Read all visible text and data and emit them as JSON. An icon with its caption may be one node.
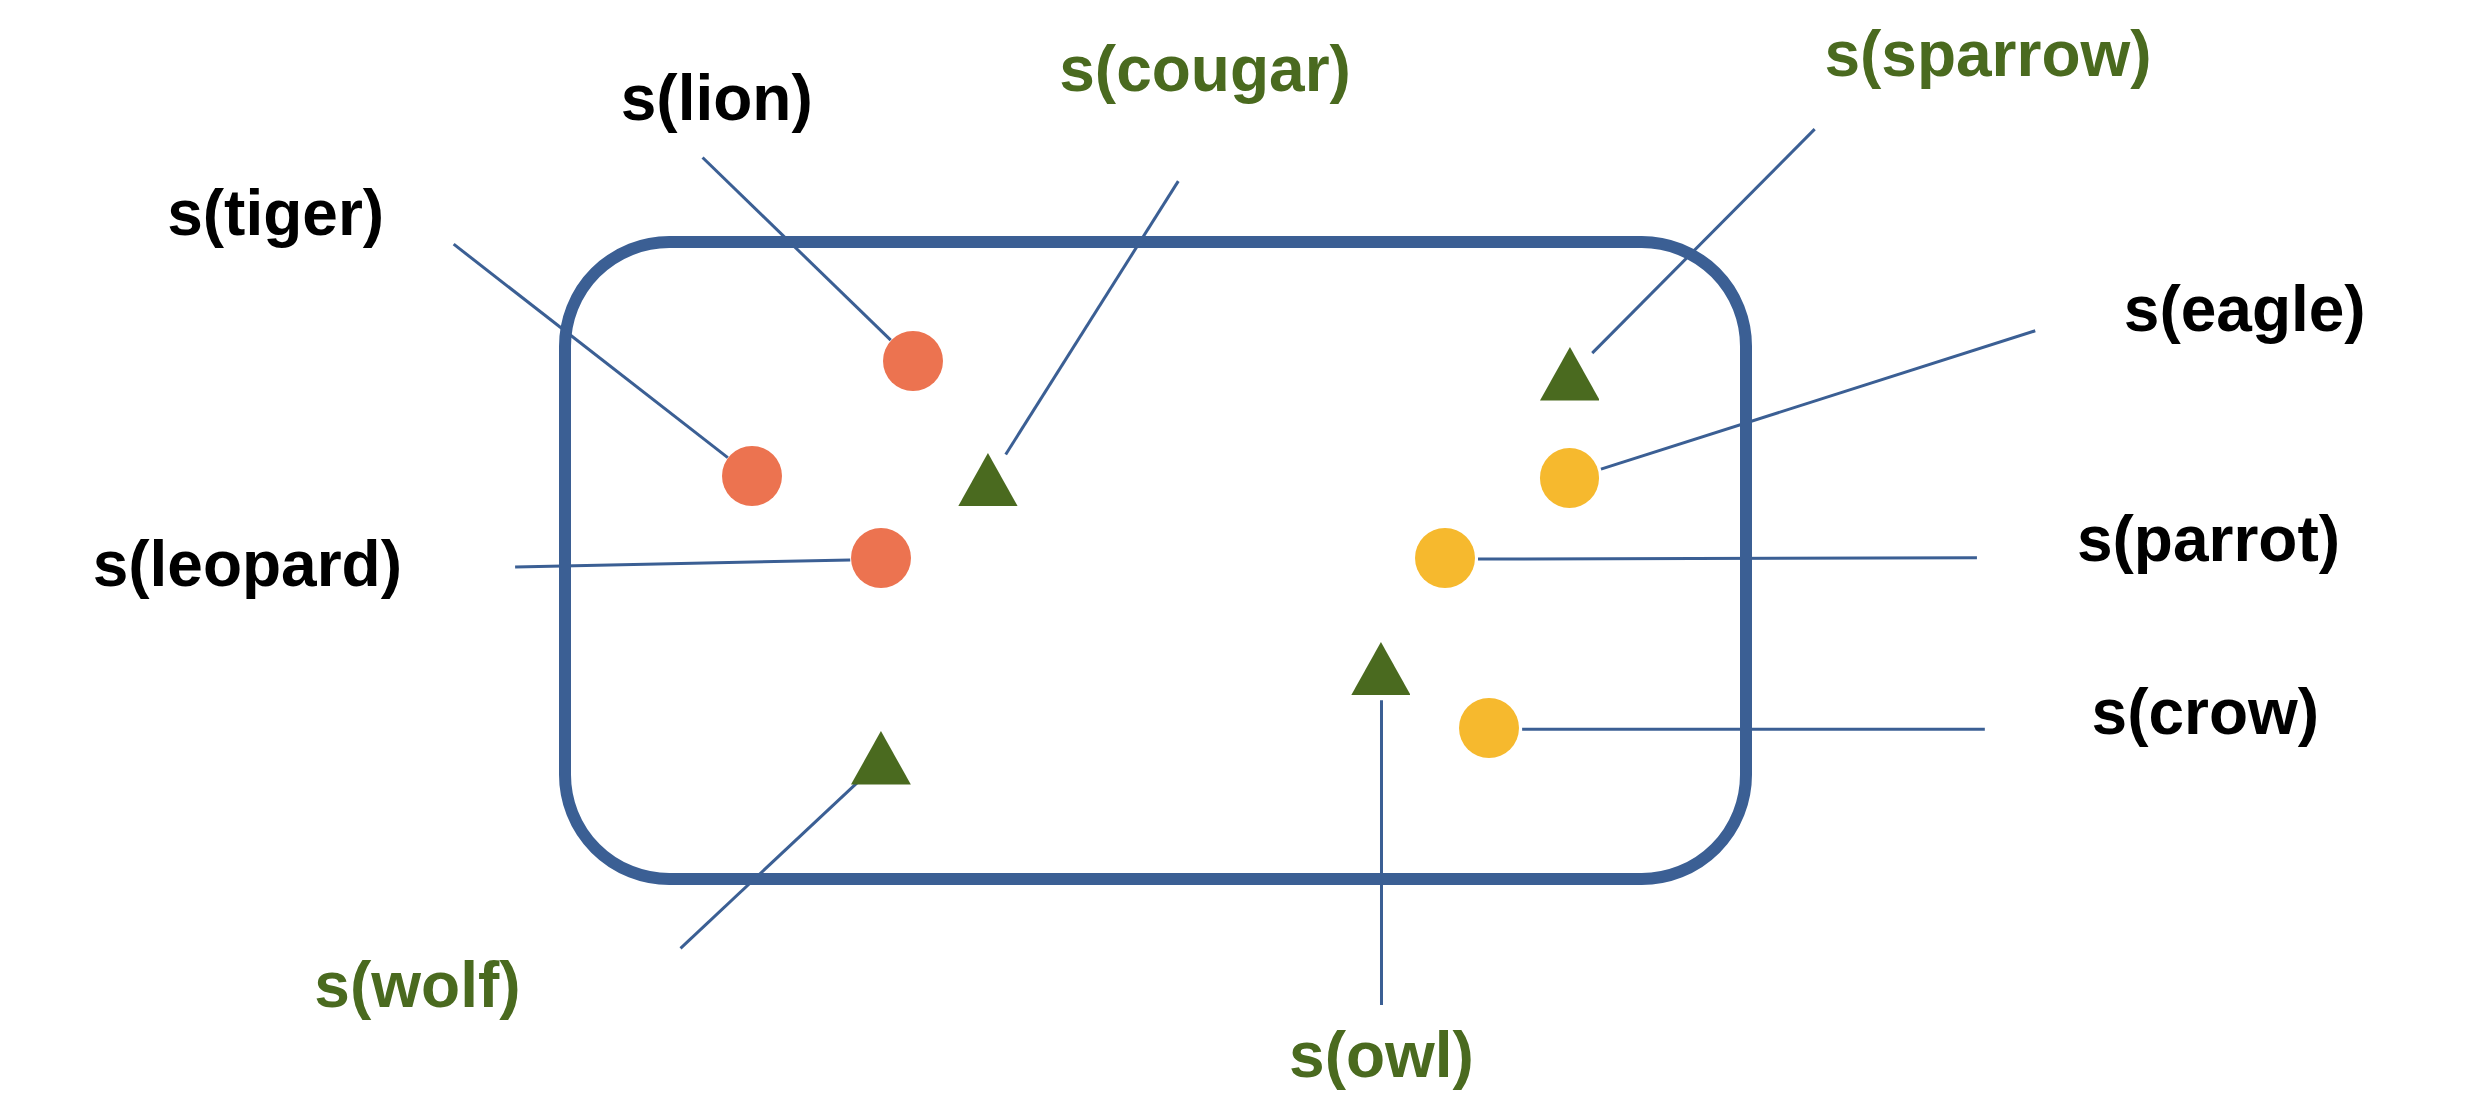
{
  "diagram": {
    "nodes": [
      {
        "text": [
          "s(tiger)"
        ]
      },
      {
        "text": [
          "s(lion)"
        ]
      },
      {
        "text": [
          "s(cougar)"
        ]
      },
      {
        "text": [
          "s(sparrow)"
        ]
      },
      {
        "text": [
          "s(eagle)"
        ]
      },
      {
        "text": [
          "s(leopard)"
        ]
      },
      {
        "text": [
          "s(parrot)"
        ]
      },
      {
        "text": [
          "s(crow)"
        ]
      },
      {
        "text": [
          "s(wolf)"
        ]
      },
      {
        "text": [
          "s(owl)"
        ]
      },
      {
        "text": [],
        "shape": "box"
      },
      {
        "text": [],
        "shape": "circle",
        "in": 10
      },
      {
        "text": [],
        "shape": "triangle",
        "in": 10
      },
      {
        "text": [],
        "shape": "circle",
        "in": 10
      },
      {
        "text": [],
        "shape": "circle",
        "in": 10
      },
      {
        "text": [],
        "shape": "triangle",
        "in": 10
      },
      {
        "text": [],
        "shape": "circle",
        "in": 10
      },
      {
        "text": [],
        "shape": "circle",
        "in": 10
      },
      {
        "text": [],
        "shape": "triangle",
        "in": 10
      },
      {
        "text": [],
        "shape": "circle",
        "in": 10
      },
      {
        "text": [],
        "shape": "triangle",
        "in": 10
      }
    ],
    "edges": [
      {
        "from": 0,
        "to": 13,
        "arrow": "none"
      },
      {
        "from": 1,
        "to": 11,
        "arrow": "none"
      },
      {
        "from": 2,
        "to": 15,
        "arrow": "none"
      },
      {
        "from": 3,
        "to": 12,
        "arrow": "none"
      },
      {
        "from": 4,
        "to": 14,
        "arrow": "none"
      },
      {
        "from": 5,
        "to": 16,
        "arrow": "none"
      },
      {
        "from": 6,
        "to": 17,
        "arrow": "none"
      },
      {
        "from": 7,
        "to": 19,
        "arrow": "none"
      },
      {
        "from": 8,
        "to": 20,
        "arrow": "none"
      },
      {
        "from": 9,
        "to": 18,
        "arrow": "none"
      }
    ]
  }
}
